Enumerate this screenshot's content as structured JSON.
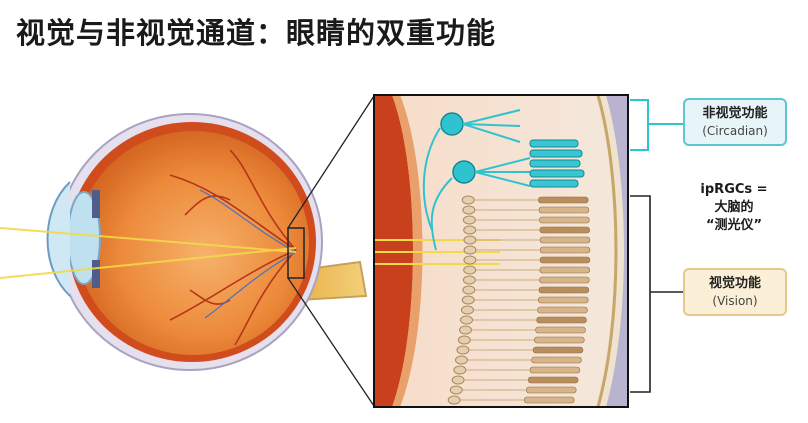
{
  "title": "视觉与非视觉通道：眼睛的双重功能",
  "labels": {
    "non_visual": {
      "heading": "非视觉功能",
      "sub": "(Circadian)"
    },
    "ipRGCs": [
      "ipRGCs =",
      "大脑的",
      "“测光仪”"
    ],
    "visual": {
      "heading": "视觉功能",
      "sub": "(Vision)"
    }
  },
  "colors": {
    "iprgc_cyan": "#2fc3cf",
    "eye_orange": "#e8782a",
    "sclera": "#dcd6e8",
    "light_ray": "#f7e36a"
  }
}
